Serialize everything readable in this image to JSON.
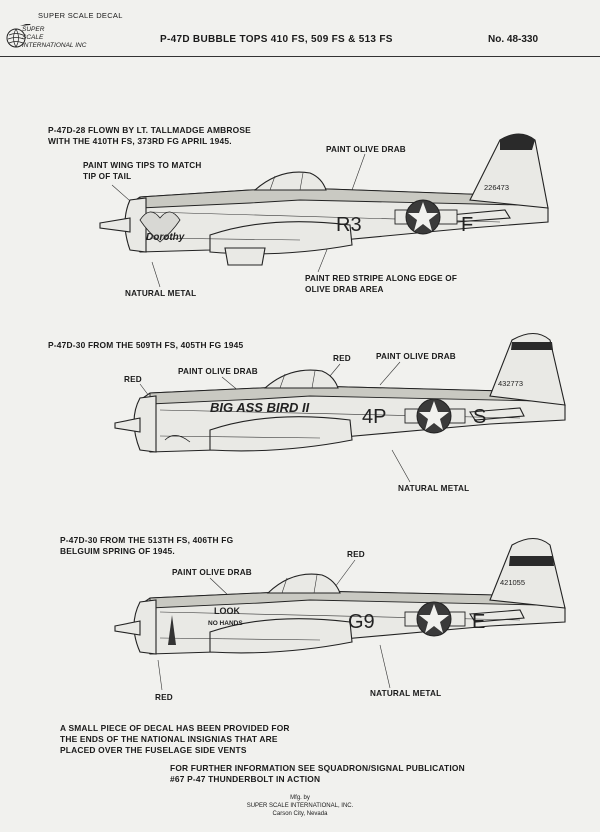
{
  "header": {
    "brand": "SUPER SCALE DECAL",
    "logo_lines": [
      "SUPER",
      "SCALE",
      "INTERNATIONAL INC"
    ],
    "title": "P-47D BUBBLE TOPS  410 FS, 509 FS & 513 FS",
    "number": "No. 48-330"
  },
  "profiles": [
    {
      "caption": [
        "P-47D-28  FLOWN BY LT. TALLMADGE AMBROSE",
        "WITH THE 410TH FS, 373RD FG  APRIL 1945."
      ],
      "code_left": "R3",
      "code_right": "F",
      "serial": "226473",
      "nose_art": "Dorothy",
      "callouts": {
        "wing_tips": [
          "PAINT WING TIPS TO MATCH",
          "TIP OF TAIL"
        ],
        "olive_drab": "PAINT OLIVE DRAB",
        "red_stripe": [
          "PAINT RED STRIPE ALONG EDGE OF",
          "OLIVE DRAB AREA"
        ],
        "natural_metal": "NATURAL METAL"
      }
    },
    {
      "caption": [
        "P-47D-30  FROM THE 509TH FS, 405TH FG  1945"
      ],
      "code_left": "4P",
      "code_right": "S",
      "serial": "432773",
      "nose_art": "BIG ASS BIRD II",
      "callouts": {
        "red_nose": "RED",
        "olive_drab_left": "PAINT OLIVE DRAB",
        "red_canopy": "RED",
        "olive_drab_right": "PAINT OLIVE DRAB",
        "natural_metal": "NATURAL METAL"
      }
    },
    {
      "caption": [
        "P-47D-30  FROM THE 513TH FS, 406TH FG",
        "BELGUIM  SPRING OF 1945."
      ],
      "code_left": "G9",
      "code_right": "E",
      "serial": "421055",
      "nose_art": [
        "LOOK",
        "NO HANDS"
      ],
      "callouts": {
        "red_top": "RED",
        "olive_drab": "PAINT OLIVE DRAB",
        "red_bottom": "RED",
        "natural_metal": "NATURAL METAL"
      }
    }
  ],
  "footer": {
    "note": [
      "A SMALL PIECE OF DECAL HAS BEEN PROVIDED FOR",
      "THE ENDS OF THE NATIONAL INSIGNIAS THAT ARE",
      "PLACED OVER THE FUSELAGE SIDE VENTS"
    ],
    "info": [
      "FOR FURTHER INFORMATION SEE SQUADRON/SIGNAL PUBLICATION",
      "#67  P-47 THUNDERBOLT IN ACTION"
    ],
    "mfg": [
      "Mfg. by",
      "SUPER SCALE INTERNATIONAL, INC.",
      "Carson City, Nevada"
    ]
  }
}
